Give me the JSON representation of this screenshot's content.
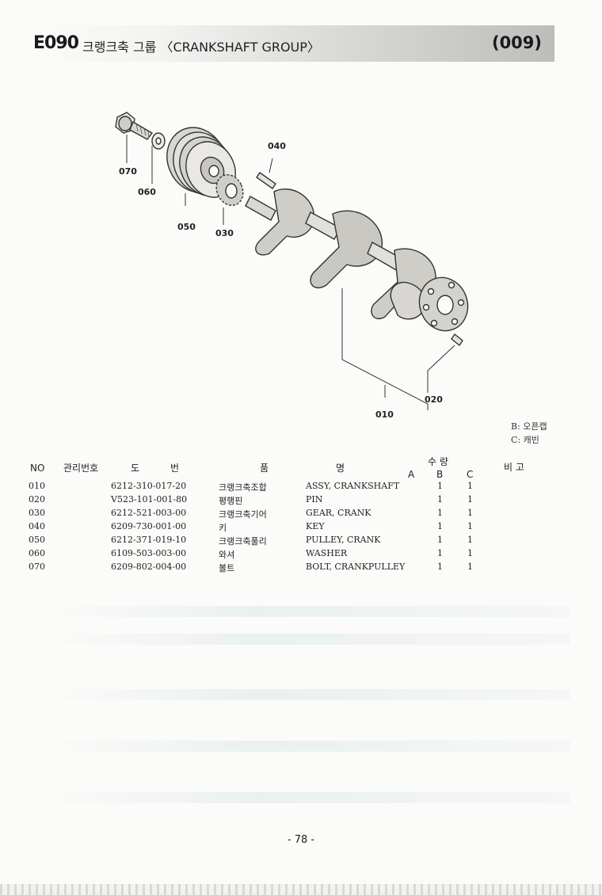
{
  "header": {
    "code": "E090",
    "title": "크랭크축 그룹 〈CRANKSHAFT GROUP〉",
    "page_ref": "(009)"
  },
  "callouts": {
    "c040": "040",
    "c070": "070",
    "c060": "060",
    "c050": "050",
    "c030": "030",
    "c020": "020",
    "c010": "010"
  },
  "legend": {
    "b": "B: 오픈캡",
    "c": "C: 캐빈"
  },
  "table": {
    "headers": {
      "no": "NO",
      "mgmt": "관리번호",
      "dwg_1": "도",
      "dwg_2": "번",
      "name_1": "품",
      "name_2": "명",
      "qty": "수 량",
      "qty_a": "A",
      "qty_b": "B",
      "qty_c": "C",
      "remarks": "비 고"
    },
    "rows": [
      {
        "no": "010",
        "dwg": "6212-310-017-20",
        "kr": "크랭크축조합",
        "en": "ASSY, CRANKSHAFT",
        "b": "1",
        "c": "1"
      },
      {
        "no": "020",
        "dwg": "V523-101-001-80",
        "kr": "평행핀",
        "en": "PIN",
        "b": "1",
        "c": "1"
      },
      {
        "no": "030",
        "dwg": "6212-521-003-00",
        "kr": "크랭크축기어",
        "en": "GEAR, CRANK",
        "b": "1",
        "c": "1"
      },
      {
        "no": "040",
        "dwg": "6209-730-001-00",
        "kr": "키",
        "en": "KEY",
        "b": "1",
        "c": "1"
      },
      {
        "no": "050",
        "dwg": "6212-371-019-10",
        "kr": "크랭크축풀리",
        "en": "PULLEY, CRANK",
        "b": "1",
        "c": "1"
      },
      {
        "no": "060",
        "dwg": "6109-503-003-00",
        "kr": "와셔",
        "en": "WASHER",
        "b": "1",
        "c": "1"
      },
      {
        "no": "070",
        "dwg": "6209-802-004-00",
        "kr": "볼트",
        "en": "BOLT, CRANKPULLEY",
        "b": "1",
        "c": "1"
      }
    ]
  },
  "footer": {
    "page_number": "- 78 -"
  }
}
